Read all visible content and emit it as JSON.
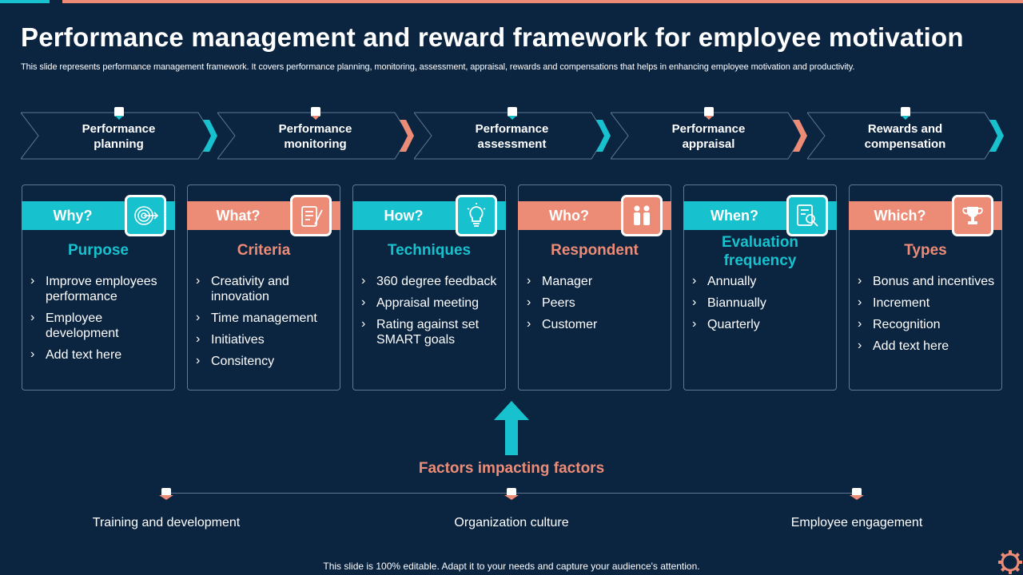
{
  "colors": {
    "background": "#0b2440",
    "teal": "#17c1cd",
    "salmon": "#ec8c76",
    "border": "#5f7896"
  },
  "title": "Performance management and reward framework for employee motivation",
  "subtitle": "This slide represents performance management framework. It covers performance planning, monitoring, assessment, appraisal, rewards and compensations that helps in enhancing employee motivation and productivity.",
  "steps": [
    {
      "line1": "Performance",
      "line2": "planning",
      "accent": "teal"
    },
    {
      "line1": "Performance",
      "line2": "monitoring",
      "accent": "salmon"
    },
    {
      "line1": "Performance",
      "line2": "assessment",
      "accent": "teal"
    },
    {
      "line1": "Performance",
      "line2": "appraisal",
      "accent": "salmon"
    },
    {
      "line1": "Rewards and",
      "line2": "compensation",
      "accent": "teal"
    }
  ],
  "cards": [
    {
      "question": "Why?",
      "icon": "target-icon",
      "heading": "Purpose",
      "accent": "teal",
      "items": [
        "Improve employees performance",
        "Employee development",
        "Add text here"
      ]
    },
    {
      "question": "What?",
      "icon": "checklist-icon",
      "heading": "Criteria",
      "accent": "salmon",
      "items": [
        "Creativity and innovation",
        "Time management",
        "Initiatives",
        "Consitency"
      ]
    },
    {
      "question": "How?",
      "icon": "lightbulb-icon",
      "heading": "Techniques",
      "accent": "teal",
      "items": [
        "360 degree feedback",
        "Appraisal meeting",
        "Rating against set SMART goals"
      ]
    },
    {
      "question": "Who?",
      "icon": "people-icon",
      "heading": "Respondent",
      "accent": "salmon",
      "items": [
        "Manager",
        "Peers",
        "Customer"
      ]
    },
    {
      "question": "When?",
      "icon": "document-search-icon",
      "heading": "Evaluation frequency",
      "accent": "teal",
      "items": [
        "Annually",
        "Biannually",
        "Quarterly"
      ]
    },
    {
      "question": "Which?",
      "icon": "trophy-icon",
      "heading": "Types",
      "accent": "salmon",
      "items": [
        "Bonus and incentives",
        "Increment",
        "Recognition",
        "Add text here"
      ]
    }
  ],
  "factors_title": "Factors impacting factors",
  "factors": [
    "Training and development",
    "Organization culture",
    "Employee engagement"
  ],
  "footer": "This slide is 100% editable. Adapt it to your needs and capture your audience's attention."
}
